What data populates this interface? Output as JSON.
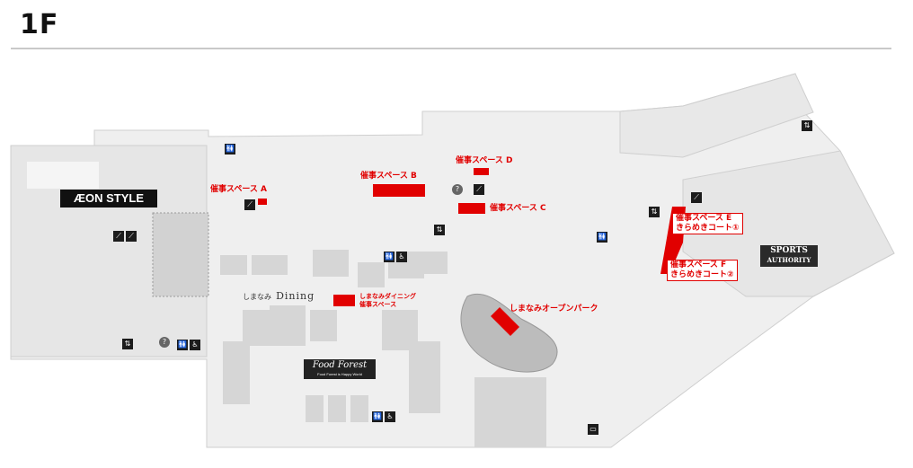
{
  "floor": "1F",
  "stores": {
    "aeon_style": "ÆON STYLE",
    "sports_authority_1": "SPORTS",
    "sports_authority_2": "AUTHORITY",
    "shimanami_dining_prefix": "しまなみ",
    "shimanami_dining_word": "Dining",
    "food_forest": "Food Forest",
    "food_forest_sub": "Food Forest is Happy World"
  },
  "event_spaces": {
    "a": "催事スペース A",
    "b": "催事スペース B",
    "c": "催事スペース C",
    "d": "催事スペース D",
    "e_line1": "催事スペース E",
    "e_line2": "きらめきコート①",
    "f_line1": "催事スペース F",
    "f_line2": "きらめきコート②",
    "dining_line1": "しまなみダイニング",
    "dining_line2": "催事スペース",
    "park": "しまなみオープンパーク"
  },
  "icons": {
    "info": "?",
    "toilet": "🚻",
    "elevator": "⇅",
    "escalator": "⟋",
    "accessible": "♿",
    "bus": "▭"
  },
  "colors": {
    "event_red": "#e10000",
    "floor_gray": "#efefef",
    "store_gray": "#d8d8d8",
    "divider": "#c9c9c9"
  }
}
